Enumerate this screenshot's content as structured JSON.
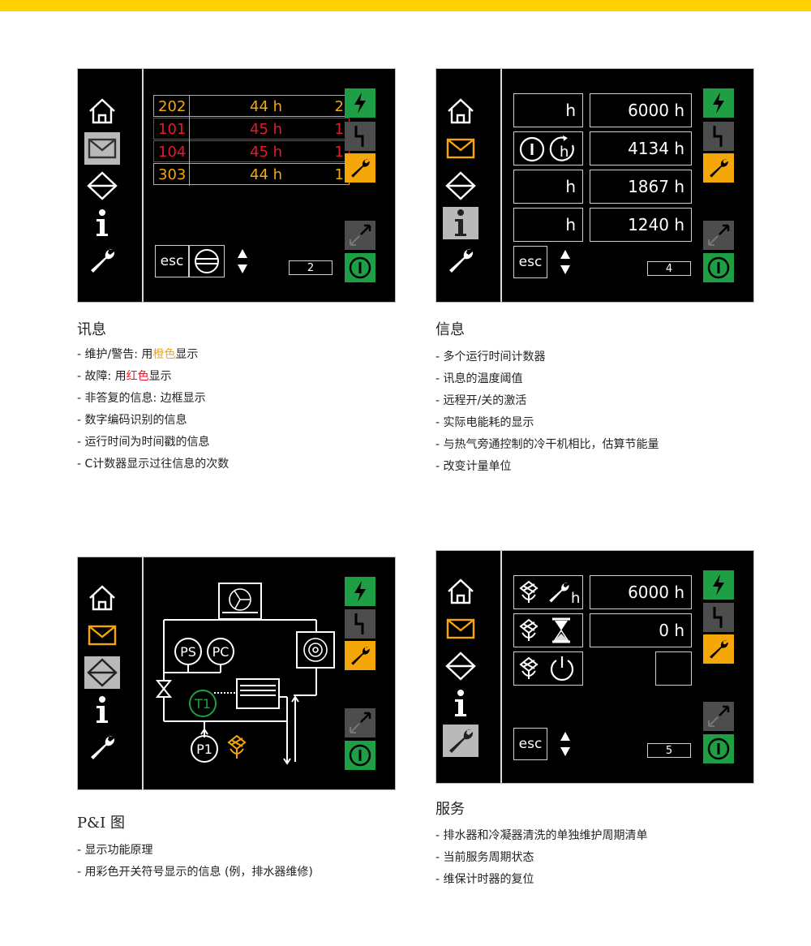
{
  "colors": {
    "accent": "#ffd200",
    "orange": "#f5a70a",
    "red": "#e8192c",
    "green": "#1f9f45",
    "screen": "#000000"
  },
  "icons": [
    "home-icon",
    "mail-icon",
    "diamond-icon",
    "info-icon",
    "wrench-icon",
    "lightning-icon",
    "fault-icon",
    "remote-icon",
    "power-icon",
    "updown-arrows-icon",
    "counter-icon",
    "hourglass-icon"
  ],
  "panel1": {
    "messages": [
      {
        "code": "202",
        "time": "44 h",
        "count": "2",
        "color": "#f5a70a",
        "state": "orange"
      },
      {
        "code": "101",
        "time": "45 h",
        "count": "1",
        "color": "#e8192c",
        "state": "red"
      },
      {
        "code": "104",
        "time": "45 h",
        "count": "1",
        "color": "#e8192c",
        "state": "red"
      },
      {
        "code": "303",
        "time": "44 h",
        "count": "1",
        "color": "#f5a70a",
        "state": "orange"
      }
    ],
    "esc": "esc",
    "page": "2"
  },
  "panel2": {
    "rows": [
      {
        "unit": "h",
        "value": "6000 h"
      },
      {
        "unit": "h",
        "value": "4134 h"
      },
      {
        "unit": "h",
        "value": "1867 h"
      },
      {
        "unit": "h",
        "value": "1240 h"
      }
    ],
    "esc": "esc",
    "page": "4"
  },
  "panel3": {
    "labels": {
      "ps": "PS",
      "pc": "PC",
      "t1": "T1",
      "p1": "P1"
    }
  },
  "panel4": {
    "rows": [
      {
        "icon_label": "h",
        "value": "6000 h"
      },
      {
        "value": "0 h"
      },
      {
        "value": ""
      }
    ],
    "esc": "esc",
    "page": "5"
  },
  "sections": {
    "s1": {
      "title": "讯息",
      "item1_a": "- 维护/警告: 用",
      "item1_b": "橙色",
      "item1_c": "显示",
      "item2_a": "- 故障: 用",
      "item2_b": "红色",
      "item2_c": "显示",
      "items": [
        "- 非答复的信息: 边框显示",
        "- 数字编码识别的信息",
        "- 运行时间为时间戳的信息",
        "- C计数器显示过往信息的次数"
      ]
    },
    "s2": {
      "title": "信息",
      "items": [
        "- 多个运行时间计数器",
        "- 讯息的温度阈值",
        "- 远程开/关的激活",
        "- 实际电能耗的显示",
        "- 与热气旁通控制的冷干机相比，估算节能量",
        "- 改变计量单位"
      ]
    },
    "s3": {
      "title": "P&I 图",
      "items": [
        "- 显示功能原理",
        "- 用彩色开关符号显示的信息 (例，排水器维修)"
      ]
    },
    "s4": {
      "title": "服务",
      "items": [
        "- 排水器和冷凝器清洗的单独维护周期清单",
        "- 当前服务周期状态",
        "- 维保计时器的复位"
      ]
    }
  }
}
